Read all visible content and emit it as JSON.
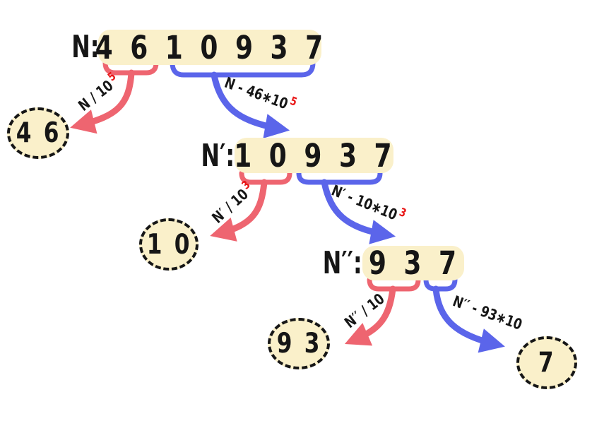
{
  "colors": {
    "box_fill": "#faf0ca",
    "divide_color": "#ee6570",
    "subtract_color": "#5b65ea",
    "superscript_color": "#e81515",
    "ink": "#161616"
  },
  "levels": [
    {
      "var_label": "N:",
      "digits": "4 6 1 0 9 3 7",
      "divide_label": "N / 10",
      "divide_sup": "5",
      "subtract_label": "N - 46∗10",
      "subtract_sup": "5",
      "divide_result": "4 6"
    },
    {
      "var_label": "N′:",
      "digits": "1 0 9 3 7",
      "divide_label": "N′ / 10",
      "divide_sup": "3",
      "subtract_label": "N′ - 10∗10",
      "subtract_sup": "3",
      "divide_result": "1 0"
    },
    {
      "var_label": "N′′:",
      "digits": "9 3 7",
      "divide_label": "N′′ / 10",
      "divide_sup": "",
      "subtract_label": "N′′ - 93∗10",
      "subtract_sup": "",
      "divide_result": "9 3",
      "subtract_result": "7"
    }
  ]
}
